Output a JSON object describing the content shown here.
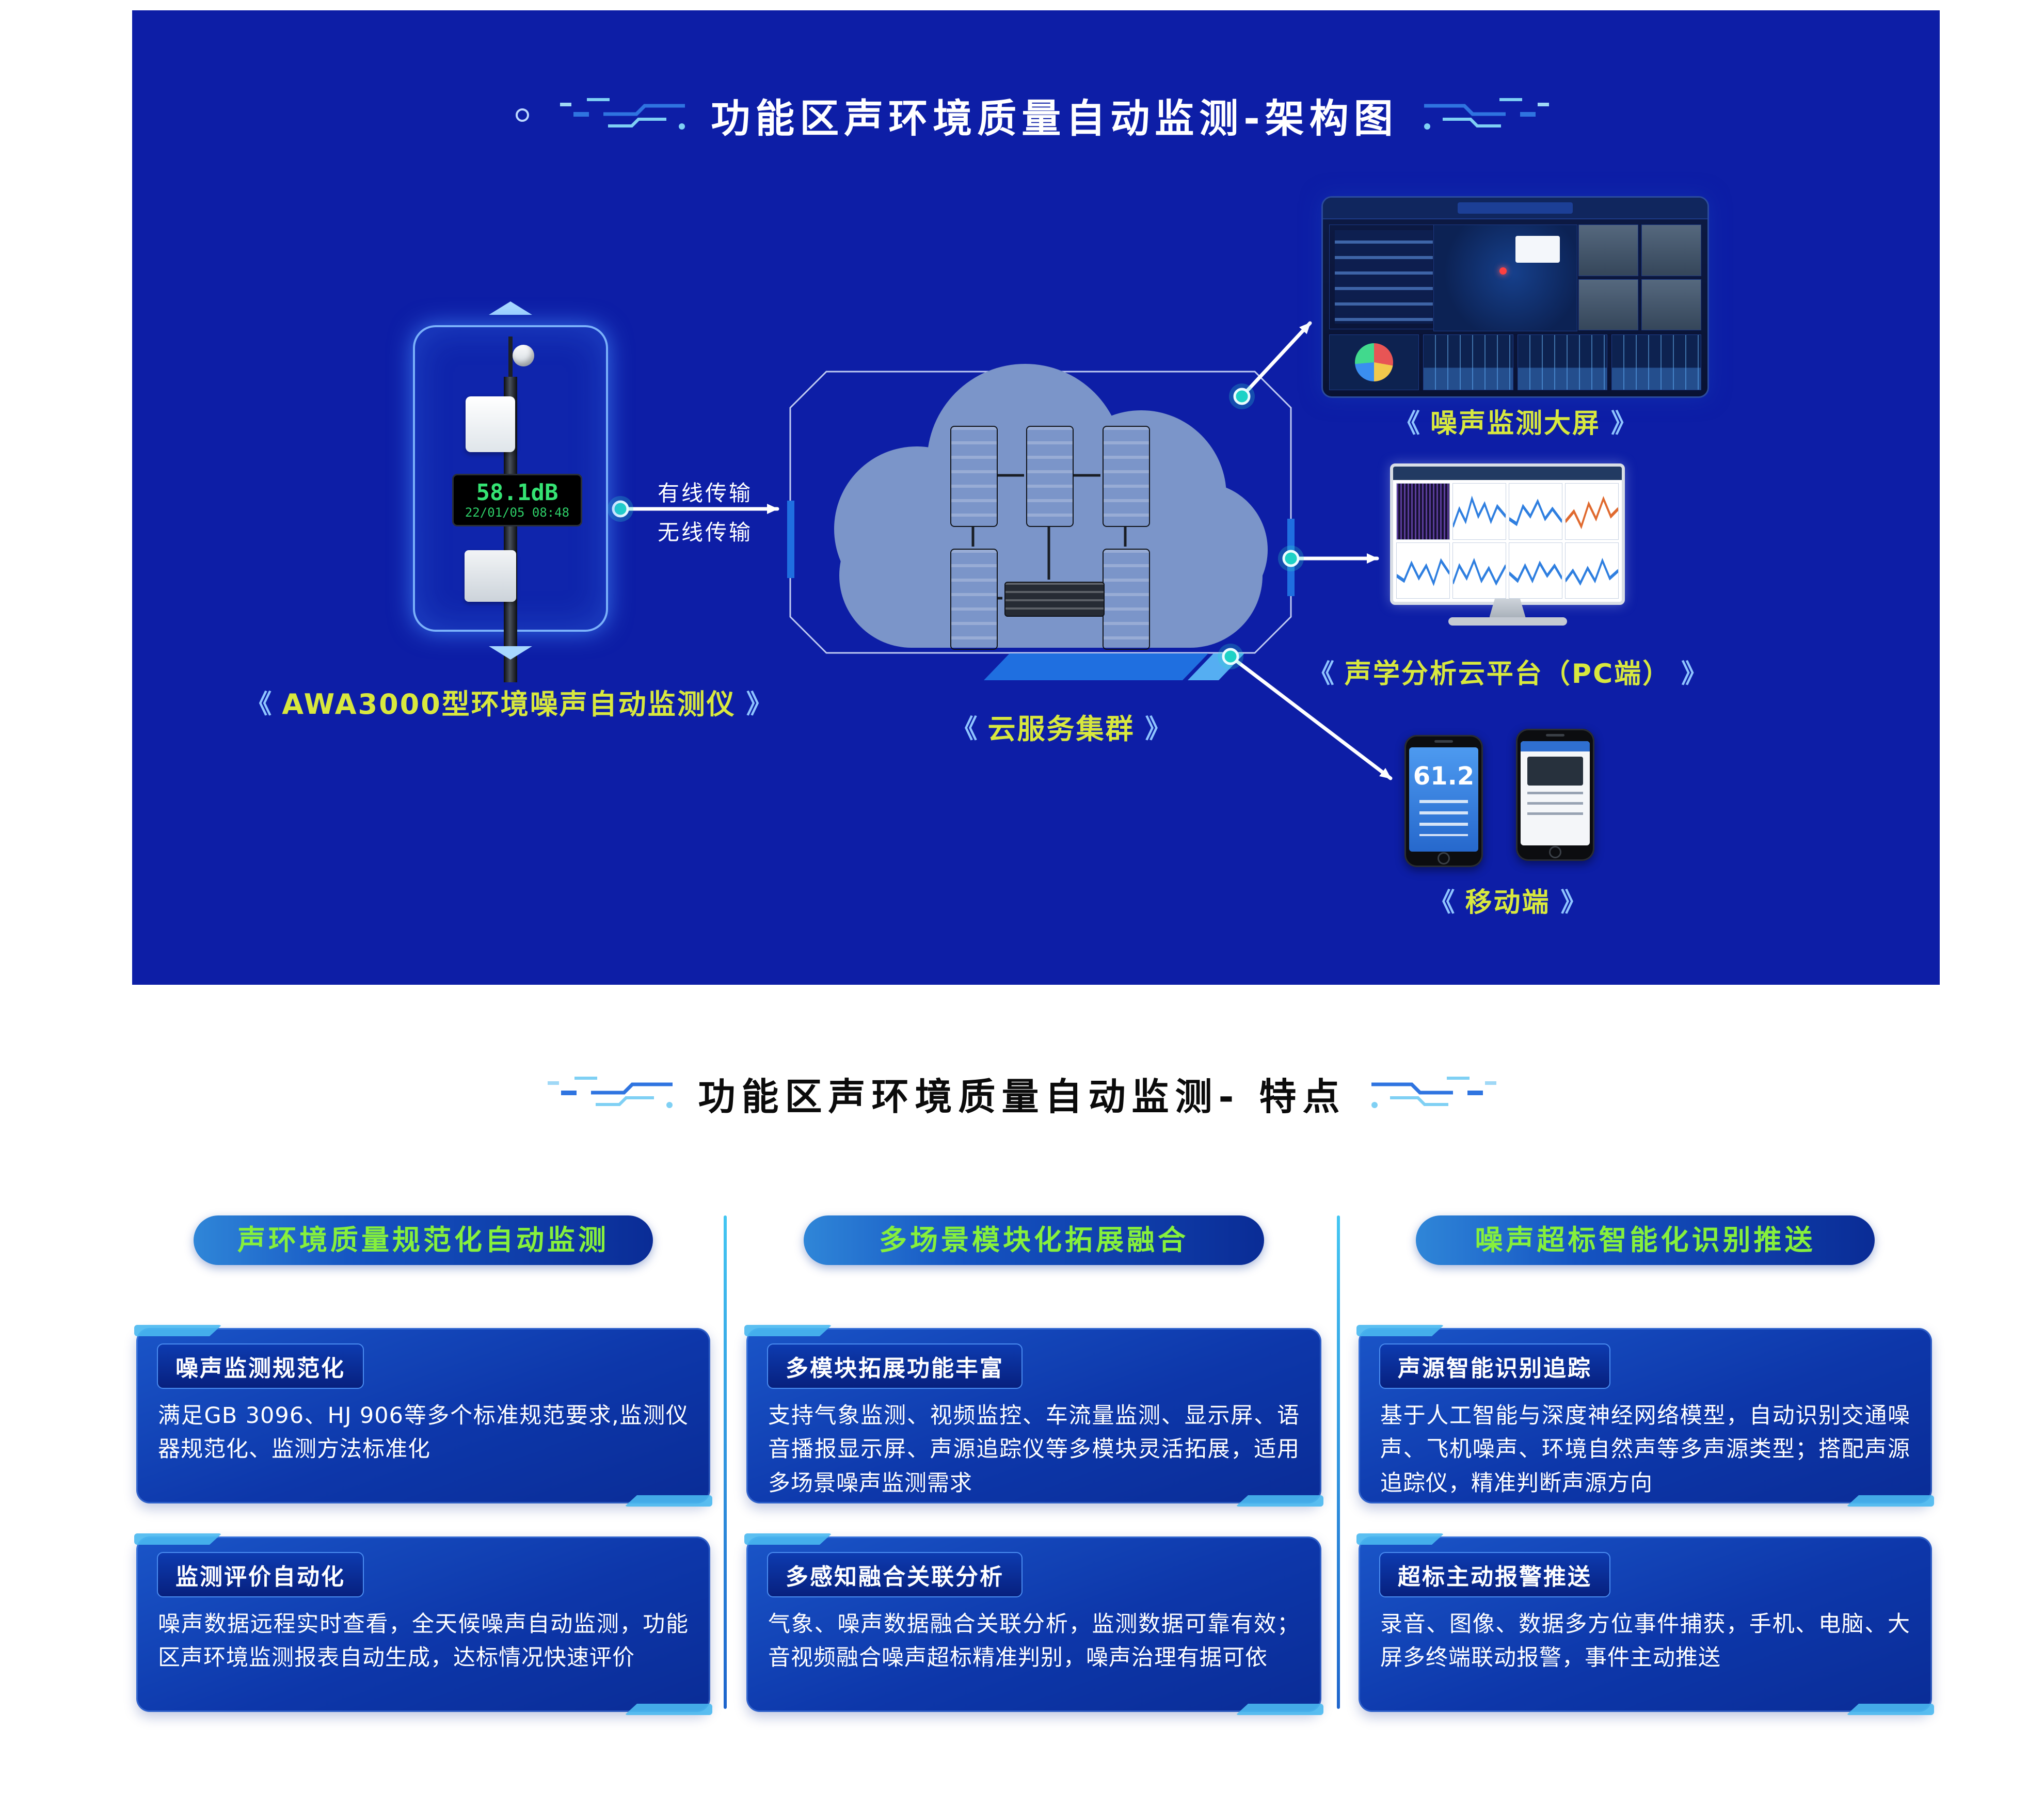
{
  "icons": {
    "angle_left": "《",
    "angle_right": "》"
  },
  "theme": {
    "panel_blue": "#0d1ea6",
    "caption_green": "#d8e83e",
    "header_green": "#86f03c",
    "card_blue": "#0d37aa",
    "accent_cyan": "#49b8f0"
  },
  "architecture": {
    "title": "功能区声环境质量自动监测-架构图",
    "device": {
      "label": "AWA3000型环境噪声自动监测仪",
      "screen_value": "58.1dB",
      "screen_datetime": "22/01/05 08:48"
    },
    "transmission": {
      "wired": "有线传输",
      "wireless": "无线传输"
    },
    "cloud": {
      "label": "云服务集群"
    },
    "endpoints": {
      "big_screen": "噪声监测大屏",
      "pc": "声学分析云平台（PC端）",
      "mobile": "移动端"
    },
    "mobile_screen_value": "61.2"
  },
  "features": {
    "title": "功能区声环境质量自动监测- 特点",
    "columns": [
      {
        "header": "声环境质量规范化自动监测",
        "cards": [
          {
            "badge": "噪声监测规范化",
            "text": "满足GB 3096、HJ 906等多个标准规范要求,监测仪器规范化、监测方法标准化"
          },
          {
            "badge": "监测评价自动化",
            "text": "噪声数据远程实时查看，全天候噪声自动监测，功能区声环境监测报表自动生成，达标情况快速评价"
          }
        ]
      },
      {
        "header": "多场景模块化拓展融合",
        "cards": [
          {
            "badge": "多模块拓展功能丰富",
            "text": "支持气象监测、视频监控、车流量监测、显示屏、语音播报显示屏、声源追踪仪等多模块灵活拓展，适用多场景噪声监测需求"
          },
          {
            "badge": "多感知融合关联分析",
            "text": "气象、噪声数据融合关联分析，监测数据可靠有效；音视频融合噪声超标精准判别，噪声治理有据可依"
          }
        ]
      },
      {
        "header": "噪声超标智能化识别推送",
        "cards": [
          {
            "badge": "声源智能识别追踪",
            "text": "基于人工智能与深度神经网络模型，自动识别交通噪声、飞机噪声、环境自然声等多声源类型；搭配声源追踪仪，精准判断声源方向"
          },
          {
            "badge": "超标主动报警推送",
            "text": "录音、图像、数据多方位事件捕获，手机、电脑、大屏多终端联动报警，事件主动推送"
          }
        ]
      }
    ]
  }
}
